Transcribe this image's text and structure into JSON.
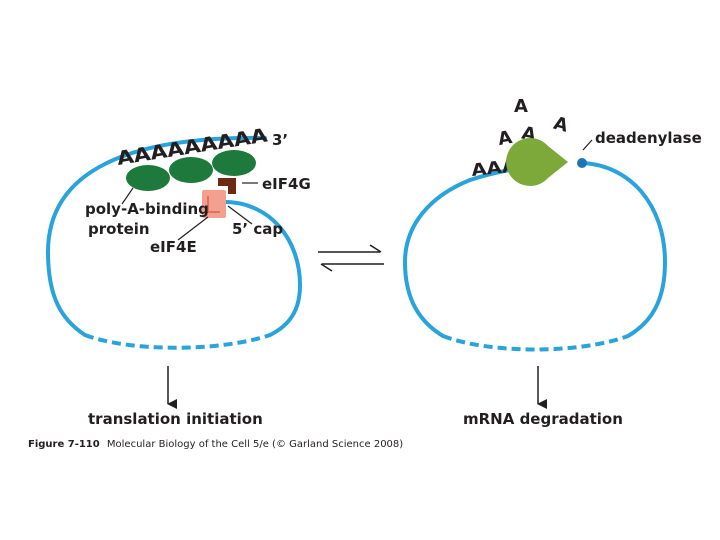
{
  "colors": {
    "mrna": "#29a3dc",
    "pabp_green": "#1e7a3c",
    "eif4g_brown": "#6b2a14",
    "eif4e_pink": "#f4a090",
    "deadenylase_green": "#7da83a",
    "text": "#231f20"
  },
  "left": {
    "polya_tail": "AAAAAAAAA",
    "three_prime": "3’",
    "eif4g": "eIF4G",
    "pabp_line1": "poly-A-binding",
    "pabp_line2": "protein",
    "eif4e": "eIF4E",
    "cap": "5’ cap",
    "outcome": "translation initiation"
  },
  "right": {
    "free_a": [
      "A",
      "A",
      "A",
      "A"
    ],
    "polya_tail": "AAAAA",
    "deadenylase": "deadenylase",
    "outcome": "mRNA degradation"
  },
  "caption": {
    "figure": "Figure 7-110",
    "source": "Molecular Biology of the Cell 5/e (© Garland Science 2008)"
  }
}
